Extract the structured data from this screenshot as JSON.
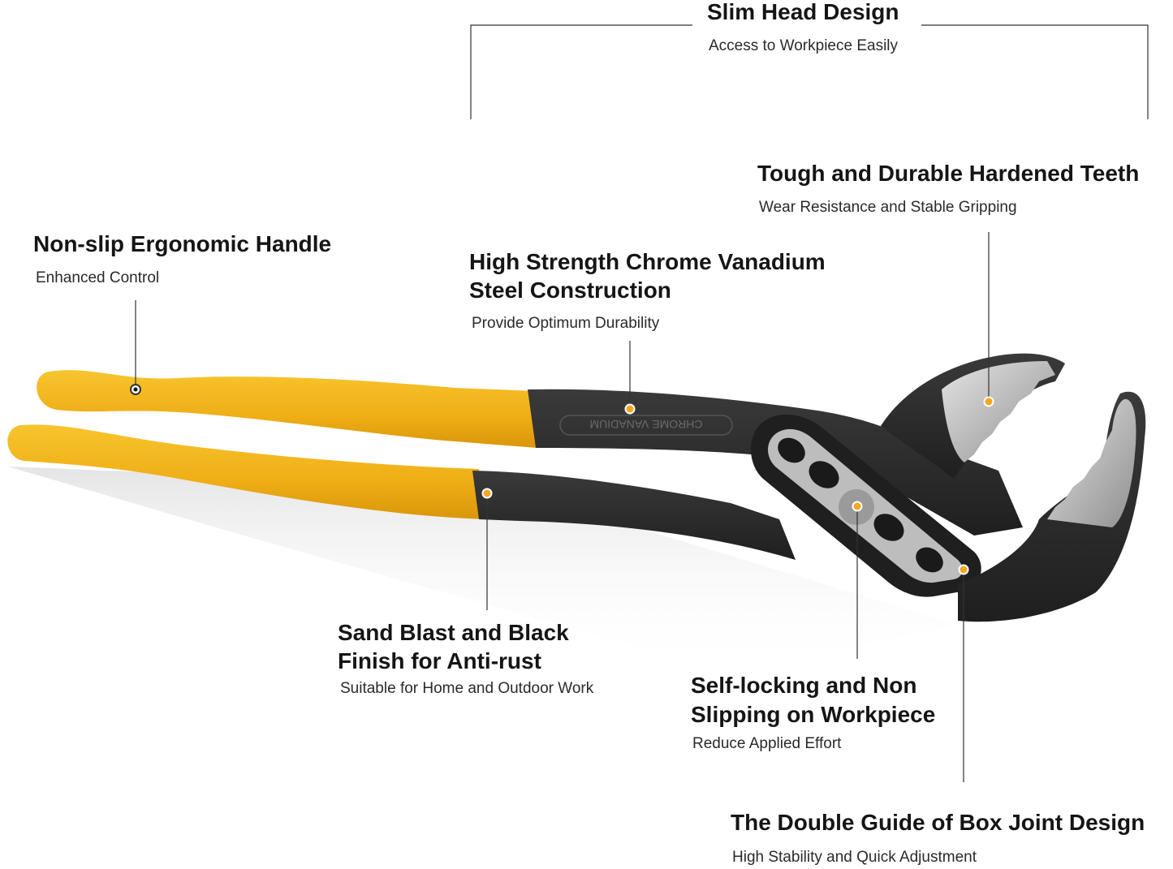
{
  "features": {
    "slim_head": {
      "title": "Slim Head Design",
      "subtitle": "Access to Workpiece Easily"
    },
    "teeth": {
      "title": "Tough and Durable Hardened Teeth",
      "subtitle": "Wear Resistance and Stable Gripping"
    },
    "handle": {
      "title": "Non-slip Ergonomic Handle",
      "subtitle": "Enhanced Control"
    },
    "chrome": {
      "title_line1": "High Strength Chrome Vanadium",
      "title_line2": "Steel Construction",
      "subtitle": "Provide Optimum Durability"
    },
    "sandblast": {
      "title_line1": "Sand Blast and Black",
      "title_line2": "Finish for Anti-rust",
      "subtitle": "Suitable for Home and Outdoor Work"
    },
    "self_locking": {
      "title_line1": "Self-locking and Non",
      "title_line2": "Slipping on Workpiece",
      "subtitle": "Reduce Applied Effort"
    },
    "box_joint": {
      "title": "The Double Guide of Box Joint Design",
      "subtitle": "High Stability and Quick Adjustment"
    }
  },
  "tool": {
    "stamp": "CHROME VANADIUM",
    "handle_color": "#F2B21B",
    "steel_color": "#2B2B2B",
    "marker_color": "#F5A623"
  }
}
